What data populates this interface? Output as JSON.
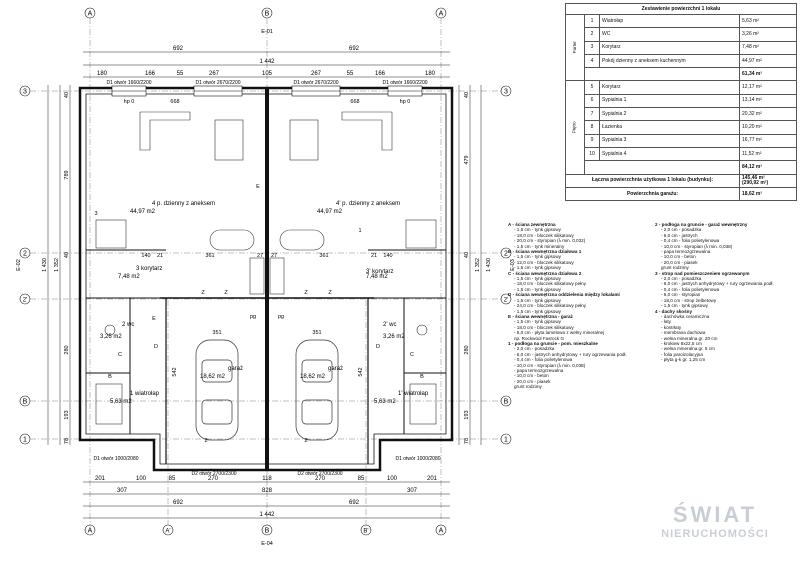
{
  "table": {
    "title": "Zestawienie powierzchni 1 lokalu",
    "groups": [
      "Parter",
      "Piętro"
    ],
    "rows": [
      {
        "no": "1",
        "name": "Wiatrołap",
        "area": "5,63 m²"
      },
      {
        "no": "2",
        "name": "WC",
        "area": "3,26 m²"
      },
      {
        "no": "3",
        "name": "Korytarz",
        "area": "7,48 m²"
      },
      {
        "no": "4",
        "name": "Pokój dzienny z aneksem kuchennym",
        "area": "44,97 m²"
      }
    ],
    "subtotal1": "61,34 m²",
    "rows2": [
      {
        "no": "5",
        "name": "Korytarz",
        "area": "12,17 m²"
      },
      {
        "no": "6",
        "name": "Sypialnia 1",
        "area": "13,14 m²"
      },
      {
        "no": "7",
        "name": "Sypialnia 2",
        "area": "20,32 m²"
      },
      {
        "no": "8",
        "name": "Łazienka",
        "area": "10,20 m²"
      },
      {
        "no": "9",
        "name": "Sypialnia 3",
        "area": "16,77 m²"
      },
      {
        "no": "10",
        "name": "Sypialnia 4",
        "area": "11,52 m²"
      }
    ],
    "subtotal2": "84,12 m²",
    "total_label": "Łączna powierzchnia użytkowa 1 lokalu (budynku):",
    "total_value": "145,46 m²",
    "total_value2": "(290,92 m²)",
    "garage_label": "Powierzchnia garażu:",
    "garage_value": "18,62 m²"
  },
  "legend_left": [
    {
      "h": "A - ściana zewnętrzna",
      "items": [
        "- 1,5 cm - tynk gipsowy",
        "- 18,0 cm - bloczek silikatowy",
        "- 20,0 cm - styropian (λ min. 0,032)",
        "- 1,5 cm - tynk mineralny"
      ]
    },
    {
      "h": "B - ściana wewnętrzna działowa 1",
      "items": [
        "- 1,5 cm - tynk gipsowy",
        "- 12,0 cm - bloczek silikatowy",
        "- 1,5 cm - tynk gipsowy"
      ]
    },
    {
      "h": "C - ściana wewnętrzna działowa 2",
      "items": [
        "- 1,5 cm - tynk gipsowy",
        "- 18,0 cm - bloczek silikatowy pełny",
        "- 1,5 cm - tynk gipsowy"
      ]
    },
    {
      "h": "D - ściana wewnętrzna oddzielenia między lokalami",
      "items": [
        "- 1,5 cm - tynk gipsowy",
        "- 24,0 cm - bloczek silikatowy pełny",
        "- 1,5 cm - tynk gipsowy"
      ]
    },
    {
      "h": "E - ściana wewnętrzna - garaż",
      "items": [
        "- 1,5 cm - tynk gipsowy",
        "- 18,0 cm - bloczek silikatowy",
        "- 5,0 cm - płyta lamelowa z wełny mineralnej",
        "np. Rockwool Fasrock G"
      ]
    },
    {
      "h": "1 - podłoga na gruncie - pom. mieszkalne",
      "items": [
        "- 2,0 cm - posadzka",
        "- 6,0 cm - jastrych anhydrytowy + rury ogrzewania podł.",
        "- 0,4 cm - folia polietylenowa",
        "- 10,0 cm - styropian (λ min. 0,038)",
        "- papa termozgrzewalna",
        "- 10,0 cm - beton",
        "- 20,0 cm - piasek",
        "grunt rodzimy"
      ]
    }
  ],
  "legend_right": [
    {
      "h": "2 - podłoga na gruncie - garaż wewnętrzny",
      "items": [
        "- 2,0 cm - posadzka",
        "- 6,0 cm - jastrych",
        "- 0,4 cm - folia polietylenowa",
        "- 10,0 cm - styropian (λ min. 0,038)",
        "- papa termozgrzewalna",
        "- 10,0 cm - beton",
        "- 20,0 cm - piasek",
        "grunt rodzimy"
      ]
    },
    {
      "h": "3 - strop nad pomieszczeniem ogrzewanym",
      "items": [
        "- 2,0 cm - posadzka",
        "- 6,0 cm - jastrych anhydrytowy + rury ogrzewania podł.",
        "- 0,4 cm - folia polietylenowa",
        "- 6,0 cm - styropian",
        "- 18,0 cm - strop żelbetowy",
        "- 1,5 cm - tynk gipsowy"
      ]
    },
    {
      "h": "4 - dachy skośny",
      "items": [
        "- dachówka ceramiczna",
        "- łaty",
        "- kontrłaty",
        "- membrana dachowa",
        "- wełna mineralna gr. 20 cm",
        "- krokiew 8x22,5 cm",
        "- wełna mineralna gr. 5 cm",
        "- folia paroizolacyjna",
        "- płyta g-k gr. 1,25 cm"
      ]
    }
  ],
  "plan": {
    "axes_v": [
      "A",
      "A'",
      "B",
      "B'",
      "A"
    ],
    "axes_h": [
      "3",
      "2",
      "2'",
      "B",
      "1"
    ],
    "dims_top": [
      "692",
      "692",
      "1 442"
    ],
    "dims_top2": [
      "180",
      "166",
      "55",
      "267",
      "105",
      "267",
      "55",
      "166",
      "180"
    ],
    "dims_bottom": [
      "201",
      "100",
      "85",
      "270",
      "118",
      "270",
      "85",
      "100",
      "201"
    ],
    "dims_bottom2": [
      "307",
      "828",
      "307"
    ],
    "dims_bottom3": [
      "692",
      "692",
      "1 442"
    ],
    "dims_left": [
      "40",
      "789",
      "40",
      "280",
      "193",
      "78",
      "1 352",
      "1 430"
    ],
    "dims_right": [
      "40",
      "479",
      "40",
      "280",
      "193",
      "78",
      "1 352",
      "1 430"
    ],
    "rooms": [
      {
        "t": "4   p. dzienny z aneksem",
        "a": "44,97 m2"
      },
      {
        "t": "4'   p. dzienny z aneksem",
        "a": "44,97 m2"
      },
      {
        "t": "3   korytarz",
        "a": "7,48 m2"
      },
      {
        "t": "3'   korytarz",
        "a": "7,48 m2"
      },
      {
        "t": "2   wc",
        "a": "3,26 m2"
      },
      {
        "t": "2'   wc",
        "a": "3,26 m2"
      },
      {
        "t": "1   wiatrołap",
        "a": "5,63 m2"
      },
      {
        "t": "1'   wiatrołap",
        "a": "5,63 m2"
      },
      {
        "t": "garaż",
        "a": "18,62 m2"
      },
      {
        "t": "garaż",
        "a": "18,62 m2"
      }
    ],
    "openings_top": [
      "D1 otwór 1660/2200",
      "D1 otwór 2670/2200",
      "D1 otwór 2670/2200",
      "D1 otwór 1660/2200"
    ],
    "openings_bottom": [
      "D1 otwór 1000/2080",
      "D2 otwór 2700/2300",
      "D2 otwór 2700/2300",
      "D1 otwór 1000/2080"
    ],
    "misc": [
      "hp 0",
      "668",
      "E-01",
      "E-02",
      "E-03",
      "E-04",
      "351",
      "361",
      "542",
      "140",
      "21",
      "27",
      "pg",
      "Z",
      "D",
      "E",
      "C",
      "B",
      "1",
      "2",
      "3"
    ]
  },
  "brand": {
    "line1": "ŚWIAT",
    "line2": "NIERUCHOMOŚCI"
  }
}
